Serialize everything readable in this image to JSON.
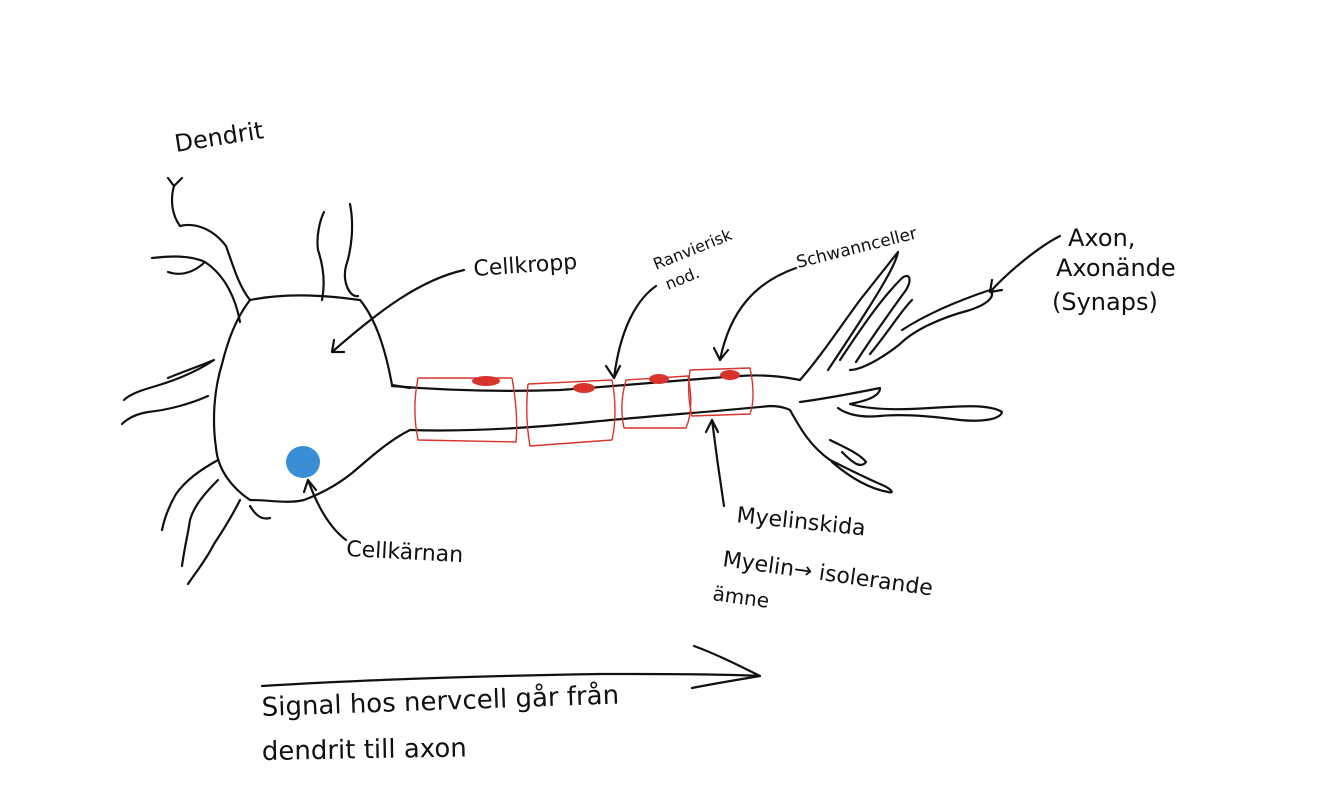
{
  "diagram": {
    "subject": "neuron",
    "colors": {
      "ink": "#111111",
      "myelin_outline": "#d9342b",
      "ranvier_mark": "#d9342b",
      "nucleus": "#3a8ed6"
    },
    "labels": {
      "dendrit": "Dendrit",
      "cellkropp": "Cellkropp",
      "ranvier_line1": "Ranvierisk",
      "ranvier_line2": "nod.",
      "schwann": "Schwannceller",
      "axon_line1": "Axon,",
      "axon_line2": "Axonände",
      "axon_line3": "(Synaps)",
      "cellkarnan": "Cellkärnan",
      "myelinskida": "Myelinskida",
      "myelin_note_line1": "Myelin→ isolerande",
      "myelin_note_line2": "ämne"
    },
    "signal_note": {
      "line1": "Signal hos nervcell går från",
      "line2": "dendrit till axon"
    }
  }
}
